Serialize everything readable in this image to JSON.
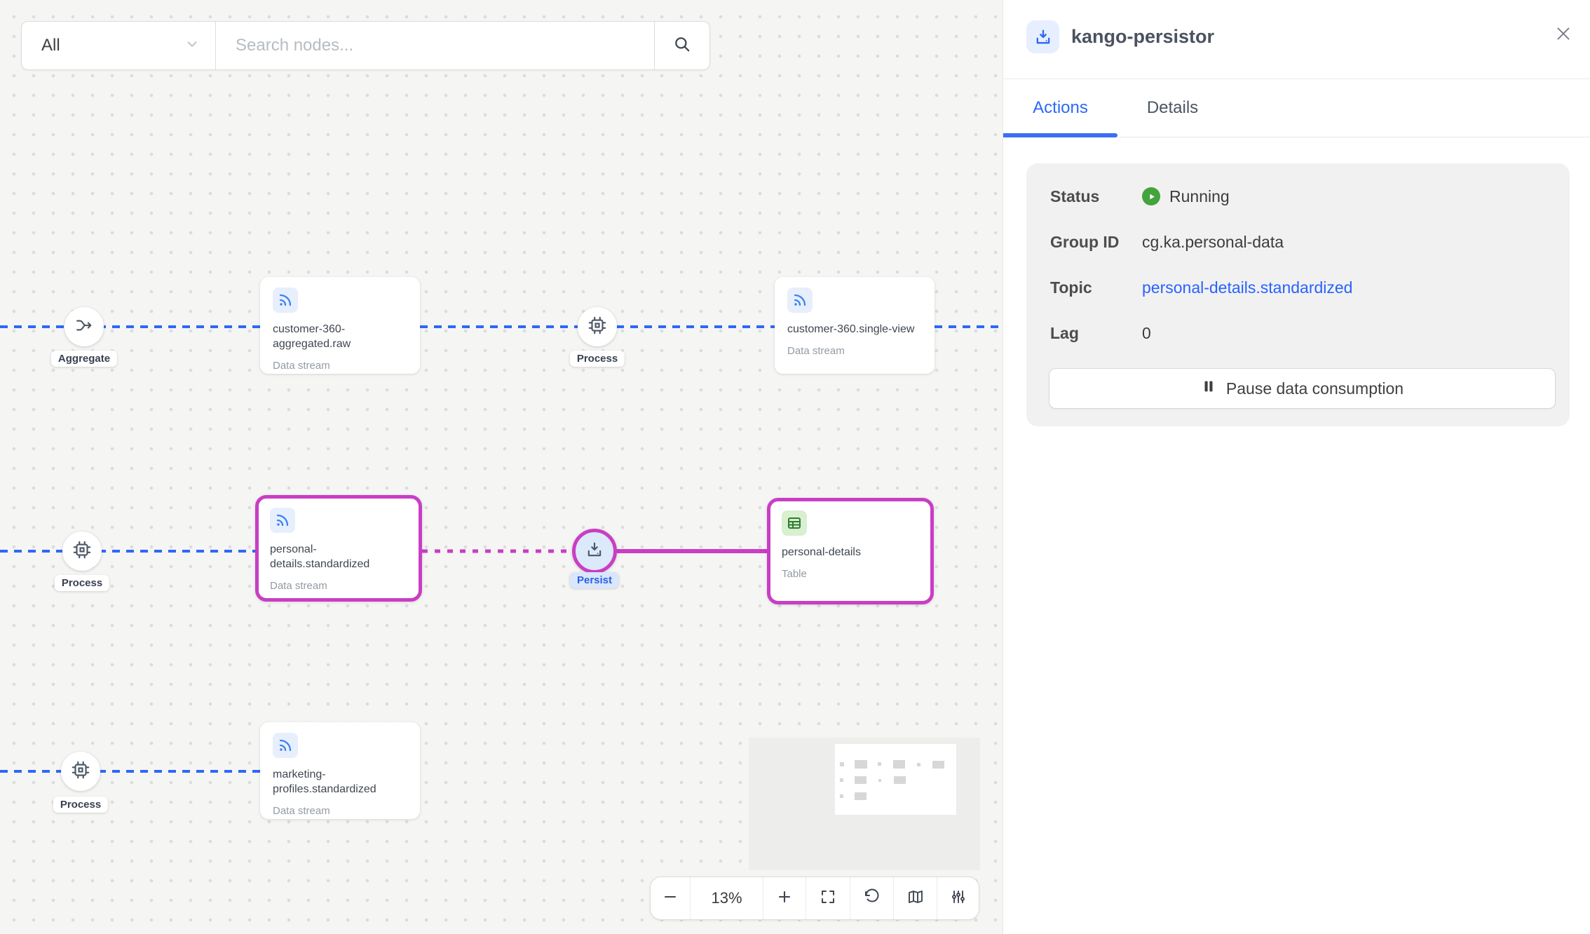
{
  "search": {
    "filter_value": "All",
    "placeholder": "Search nodes..."
  },
  "canvas": {
    "nodes": [
      {
        "label": "Aggregate",
        "type": "aggregate"
      },
      {
        "label": "Process",
        "type": "process"
      },
      {
        "label": "Process",
        "type": "process"
      },
      {
        "label": "Persist",
        "type": "persist",
        "selected": true
      },
      {
        "label": "Process",
        "type": "process"
      }
    ],
    "cards": [
      {
        "title": "customer-360-aggregated.raw",
        "subtitle": "Data stream"
      },
      {
        "title": "customer-360.single-view",
        "subtitle": "Data stream"
      },
      {
        "title": "personal-details.standardized",
        "subtitle": "Data stream",
        "selected": true
      },
      {
        "title": "personal-details",
        "subtitle": "Table",
        "selected": true
      },
      {
        "title": "marketing-profiles.standardized",
        "subtitle": "Data stream"
      }
    ]
  },
  "toolbar": {
    "zoom_level": "13%"
  },
  "panel": {
    "title": "kango-persistor",
    "tabs": [
      {
        "label": "Actions",
        "active": true
      },
      {
        "label": "Details",
        "active": false
      }
    ],
    "info": {
      "status_label": "Status",
      "status_value": "Running",
      "group_id_label": "Group ID",
      "group_id_value": "cg.ka.personal-data",
      "topic_label": "Topic",
      "topic_value": "personal-details.standardized",
      "lag_label": "Lag",
      "lag_value": "0",
      "pause_button": "Pause data consumption"
    }
  },
  "colors": {
    "accent_blue": "#2d68f8",
    "selection_magenta": "#c93ec4",
    "status_green": "#44a33c",
    "link_blue": "#2962ff"
  }
}
